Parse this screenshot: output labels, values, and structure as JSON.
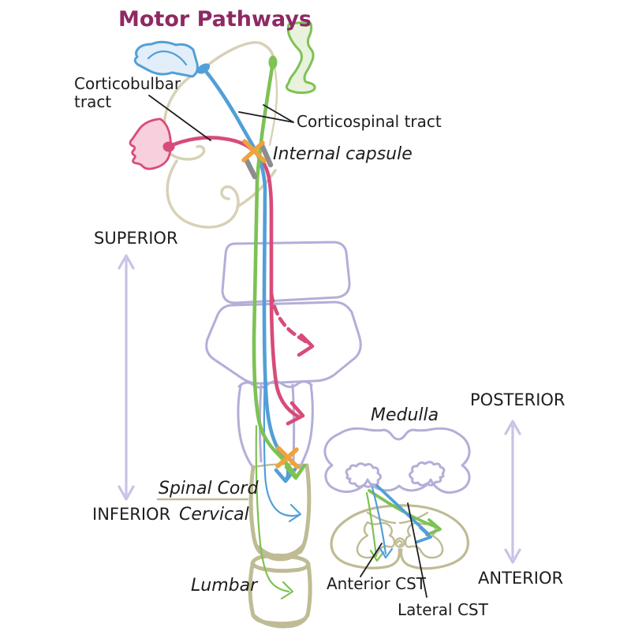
{
  "title": {
    "text": "Motor Pathways"
  },
  "labels": {
    "corticobulbar_line1": "Corticobulbar",
    "corticobulbar_line2": "tract",
    "corticospinal": "Corticospinal tract",
    "internal_capsule": "Internal capsule",
    "superior": "SUPERIOR",
    "inferior": "INFERIOR",
    "posterior": "POSTERIOR",
    "anterior": "ANTERIOR",
    "medulla": "Medulla",
    "spinal_cord": "Spinal Cord",
    "cervical": "Cervical",
    "lumbar": "Lumbar",
    "anterior_cst": "Anterior CST",
    "lateral_cst": "Lateral CST"
  },
  "pathways": [
    {
      "name": "corticobulbar tract",
      "origin": "face",
      "color": "#d84b78",
      "ends": "brainstem (dashed collateral in pons, arrow in medulla)"
    },
    {
      "name": "corticospinal tract (arm fibers)",
      "origin": "arm",
      "color": "#529fd7",
      "ends": "decussates at medulla (orange X), lateral + anterior CST"
    },
    {
      "name": "corticospinal tract (leg fibers)",
      "origin": "leg",
      "color": "#7dc254",
      "ends": "decussates at medulla, descends to lumbar cord"
    }
  ],
  "markers": [
    {
      "name": "internal-capsule-x",
      "color": "#f0a23c"
    },
    {
      "name": "pyramidal-decussation-x",
      "color": "#f0a23c"
    }
  ],
  "colors": {
    "title": "#8e2963",
    "pink": "#d84b78",
    "blue": "#529fd7",
    "green": "#7dc254",
    "beige": "#d7d1b6",
    "purple": "#b3aed8",
    "olive": "#bfbb94",
    "orange": "#f0a23c",
    "gray": "#8d8d8d",
    "ink": "#1d1d1d",
    "lavender": "#c7c3e6",
    "face_fill": "#f8cfdd",
    "arm_fill": "#e2eef9",
    "leg_fill": "#e8f2dc"
  }
}
